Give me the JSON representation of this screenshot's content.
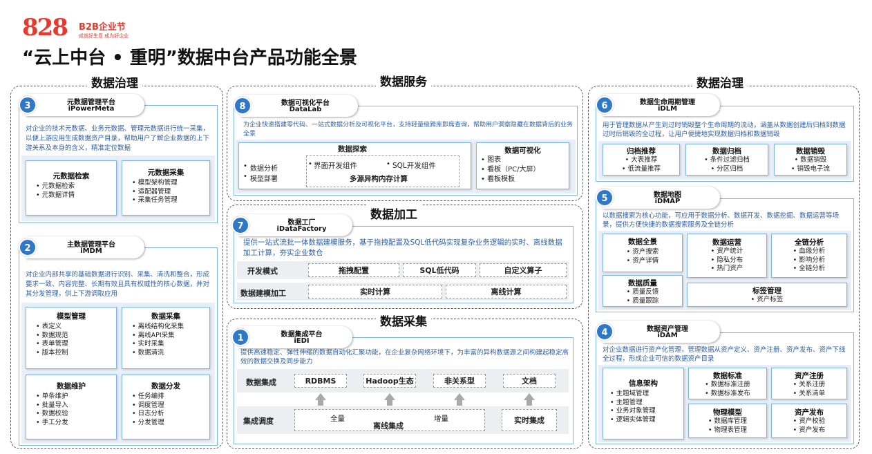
{
  "logo": {
    "number": "828",
    "brand": "B2B企业节",
    "slogan": "成就好生意 成为好企业"
  },
  "title": "“云上中台 • 重明”数据中台产品功能全景",
  "sections": {
    "governance_left": "数据治理",
    "service": "数据服务",
    "processing": "数据加工",
    "collection": "数据采集",
    "governance_right": "数据治理"
  },
  "cards": {
    "meta": {
      "num": "3",
      "name": "元数据管理平台",
      "code": "iPowerMeta",
      "desc": "对企业的技术元数据、业务元数据、管理元数据进行统一采集，以便上游应用生成数据资产目录，帮助用户了解企业数据的上下游关系及本身的含义，精准定位数据",
      "boxes": [
        {
          "title": "元数据检索",
          "items": [
            "元数据检索",
            "元数据详情"
          ]
        },
        {
          "title": "元数据采集",
          "items": [
            "模型架构管理",
            "适配器管理",
            "采集任务管理"
          ]
        }
      ]
    },
    "mdm": {
      "num": "2",
      "name": "主数据管理平台",
      "code": "iMDM",
      "desc": "对企业内部共享的基础数据进行识别、采集、清洗和整合，形成要求一致、内容完整、长期有效且具有权威性的核心数据，并对其分发管理，供上下游调取应用",
      "boxes": [
        {
          "title": "模型管理",
          "items": [
            "表定义",
            "数据规范",
            "表单管理",
            "版本控制"
          ]
        },
        {
          "title": "数据采集",
          "items": [
            "离线结构化采集",
            "离线API采集",
            "实时采集",
            "数据清洗"
          ]
        },
        {
          "title": "数据维护",
          "items": [
            "单条维护",
            "批量导入",
            "数据校验",
            "手工分发"
          ]
        },
        {
          "title": "数据分发",
          "items": [
            "任务编排",
            "调度管理",
            "日志分析",
            "分发管理"
          ]
        }
      ]
    },
    "datalab": {
      "num": "8",
      "name": "数据可视化平台",
      "code": "DataLab",
      "desc": "为企业快速搭建零代码、一站式数据分析及可视化平台，支持轻量级跨库即席查询，帮助用户洞察隐藏在数据背后的业务全景",
      "explore_title": "数据探索",
      "explore_items": [
        "数据分析",
        "模型部署"
      ],
      "explore_inner": [
        "界面开发组件",
        "SQL开发组件"
      ],
      "explore_engine": "多源异构内存计算",
      "vis_title": "数据可视化",
      "vis_items": [
        "图表",
        "看板（PC/大屏）",
        "看板模板"
      ]
    },
    "factory": {
      "num": "7",
      "name": "数据工厂",
      "code": "iDataFactory",
      "desc": "提供一站式流批一体数据建模服务，基于拖拽配置及SQL低代码实现复杂业务逻辑的实时、离线数据加工计算，夯实企业数仓",
      "row1": {
        "label": "开发模式",
        "items": [
          "拖拽配置",
          "SQL低代码",
          "自定义算子"
        ]
      },
      "row2": {
        "label": "数据建模加工",
        "items": [
          "实时计算",
          "离线计算"
        ]
      }
    },
    "edi": {
      "num": "1",
      "name": "数据集成平台",
      "code": "iEDI",
      "desc": "提供高速稳定、弹性伸缩的数据自动化汇聚功能，在企业复杂网络环境下，为丰富的异构数据源之间构建起稳定高效的数据交换及同步能力",
      "row1": {
        "label": "数据集成",
        "items": [
          "RDBMS",
          "Hadoop生态",
          "非关系型",
          "文档"
        ]
      },
      "row2": {
        "label": "集成调度",
        "full": "全量",
        "incr": "增量",
        "offline": "离线集成",
        "realtime": "实时集成"
      }
    },
    "dlm": {
      "num": "6",
      "name": "数据生命周期管理",
      "code": "iDLM",
      "desc": "用于管理数据从产生到过时销毁整个生命周期的流动，涵盖从数据创建后归档到数据过时后销毁的全过程，让用户便捷地实现数据归档和数据销毁",
      "boxes": [
        {
          "title": "归档推荐",
          "items": [
            "大表推荐",
            "低流量推荐"
          ]
        },
        {
          "title": "数据归档",
          "items": [
            "条件过滤归档",
            "分区归档"
          ]
        },
        {
          "title": "数据销毁",
          "items": [
            "数据销毁",
            "销毁电子流"
          ]
        }
      ]
    },
    "dmap": {
      "num": "5",
      "name": "数据地图",
      "code": "iDMAP",
      "desc": "以数据搜索为核心功能，可应用于数据分析、数据开发、数据挖掘、数据运营等场景，提供方便快捷的数据搜索服务及全链分析",
      "boxes": [
        {
          "title": "数据全景",
          "items": [
            "资产搜索",
            "资产详情"
          ]
        },
        {
          "title": "数据运营",
          "items": [
            "资产统计",
            "隐私分布",
            "热门资产"
          ]
        },
        {
          "title": "全链分析",
          "items": [
            "血缘分析",
            "影响分析",
            "全链分析"
          ]
        },
        {
          "title": "数据质量",
          "items": [
            "质量反馈",
            "质量跟踪"
          ]
        },
        {
          "title": "标签管理",
          "items": [
            "资产标签"
          ]
        }
      ]
    },
    "dam": {
      "num": "4",
      "name": "数据资产管理",
      "code": "iDAM",
      "desc": "对企业数据进行资产化管理，管理数据从资产定义、资产注册、资产发布、资产下线全过程，形成企业可信的数据资产目录",
      "boxes": [
        {
          "title": "信息架构",
          "items": [
            "主题域管理",
            "主题管理",
            "业务对象管理",
            "逻辑实体管理"
          ]
        },
        {
          "title": "数据标准",
          "items": [
            "数据标准注册",
            "数据标准发布"
          ]
        },
        {
          "title": "资产注册",
          "items": [
            "关系注册",
            "关系清单"
          ]
        },
        {
          "title": "物理模型",
          "items": [
            "数据库管理",
            "物理表管理"
          ]
        },
        {
          "title": "资产发布",
          "items": [
            "资产校验",
            "资产发布"
          ]
        }
      ]
    }
  }
}
